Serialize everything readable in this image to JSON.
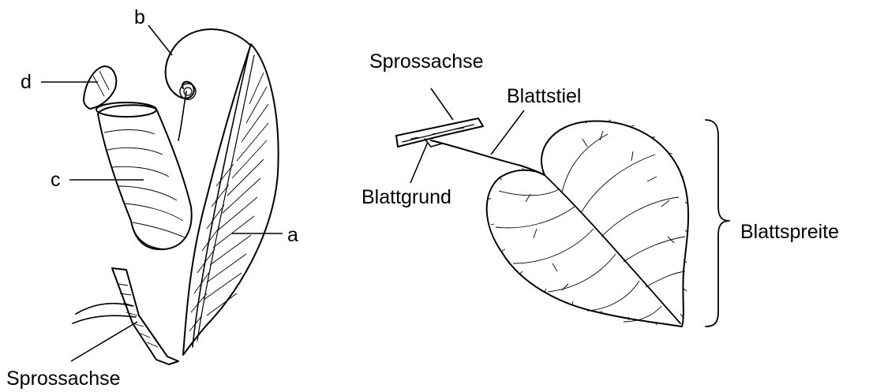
{
  "left_illustration": {
    "labels": {
      "a": "a",
      "b": "b",
      "c": "c",
      "d": "d",
      "shoot_axis": "Sprossachse"
    }
  },
  "right_illustration": {
    "labels": {
      "shoot_axis": "Sprossachse",
      "petiole": "Blattstiel",
      "leaf_base": "Blattgrund",
      "leaf_blade": "Blattspreite"
    }
  },
  "colors": {
    "ink": "#000000",
    "background": "#ffffff"
  }
}
